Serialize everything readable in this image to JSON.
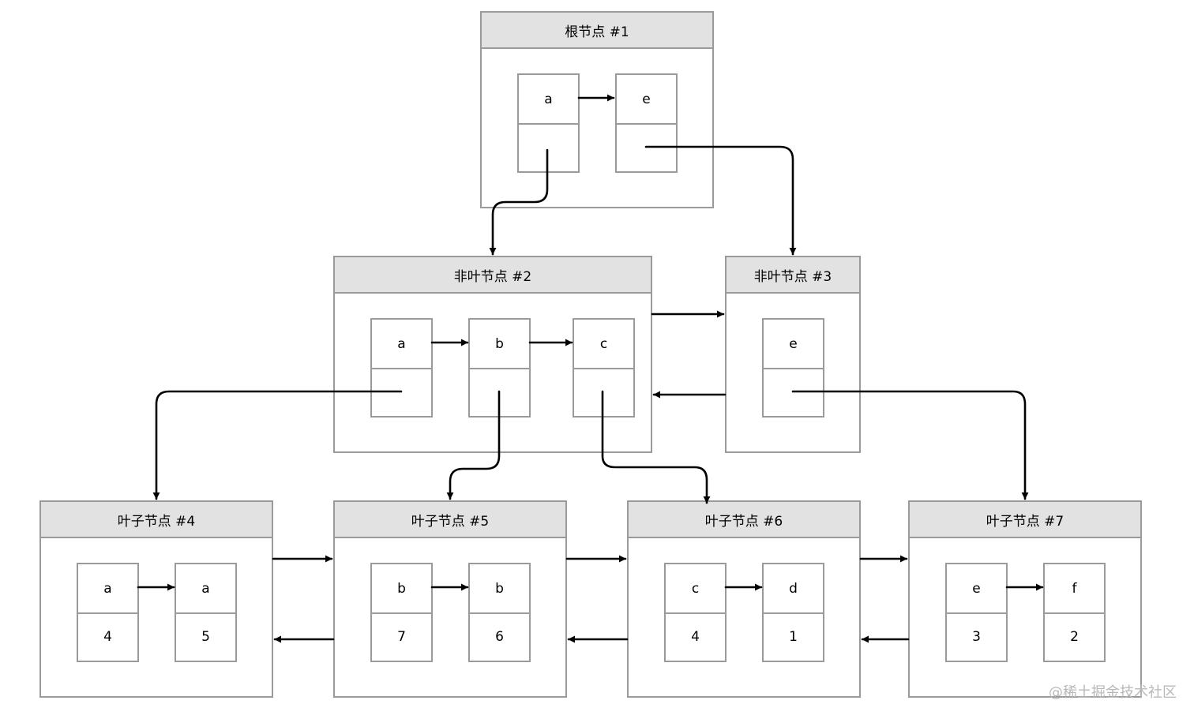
{
  "nodes": {
    "root": {
      "title": "根节点 #1",
      "keys": [
        "a",
        "e"
      ],
      "values": [
        "",
        ""
      ]
    },
    "internal2": {
      "title": "非叶节点 #2",
      "keys": [
        "a",
        "b",
        "c"
      ],
      "values": [
        "",
        "",
        ""
      ]
    },
    "internal3": {
      "title": "非叶节点 #3",
      "keys": [
        "e"
      ],
      "values": [
        ""
      ]
    },
    "leaf4": {
      "title": "叶子节点 #4",
      "keys": [
        "a",
        "a"
      ],
      "values": [
        "4",
        "5"
      ]
    },
    "leaf5": {
      "title": "叶子节点 #5",
      "keys": [
        "b",
        "b"
      ],
      "values": [
        "7",
        "6"
      ]
    },
    "leaf6": {
      "title": "叶子节点 #6",
      "keys": [
        "c",
        "d"
      ],
      "values": [
        "4",
        "1"
      ]
    },
    "leaf7": {
      "title": "叶子节点 #7",
      "keys": [
        "e",
        "f"
      ],
      "values": [
        "3",
        "2"
      ]
    }
  },
  "watermark": "@稀土掘金技术社区"
}
